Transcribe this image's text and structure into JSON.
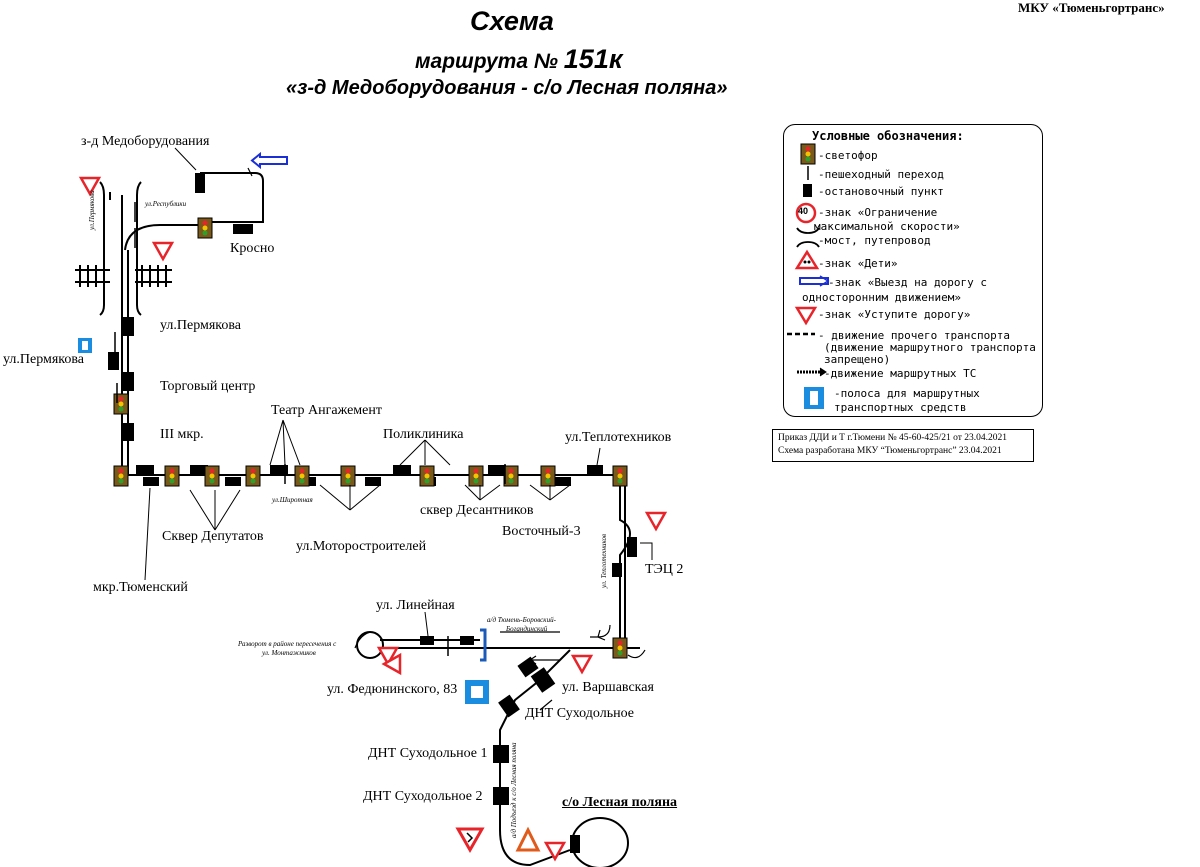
{
  "header": {
    "title": "Схема",
    "subtitle_prefix": "маршрута №",
    "route_number": "151к",
    "route_name": "«з-д Медоборудования - с/о Лесная поляна»",
    "organization": "МКУ «Тюменьгортранс»"
  },
  "stops": {
    "medoborudovaniya": "з-д Медоборудования",
    "krosno": "Кросно",
    "permyakova_1": "ул.Пермякова",
    "permyakova_2": "ул.Пермякова",
    "torgovy": "Торговый центр",
    "iii_mkr": "III мкр.",
    "teatr": "Театр Ангажемент",
    "poliklinika": "Поликлиника",
    "teplotehnikov": "ул.Теплотехников",
    "skver_deputatov": "Сквер Депутатов",
    "motorostroiteley": "ул.Моторостроителей",
    "skver_desantnikov": "сквер Десантников",
    "vostochny": "Восточный-3",
    "tyumensky": "мкр.Тюменский",
    "tec2": "ТЭЦ 2",
    "lineynaya": "ул. Линейная",
    "fedyuninskogo": "ул. Федюнинского, 83",
    "varshavskaya": "ул. Варшавская",
    "dnt_suhodolnoe": "ДНТ Суходольное",
    "dnt_suhodolnoe_1": "ДНТ Суходольное 1",
    "dnt_suhodolnoe_2": "ДНТ Суходольное 2",
    "lesnaya_polyana": "с/о Лесная поляна"
  },
  "streets": {
    "respubliki": "ул.Республики",
    "permyakova_street": "ул.Пермякова",
    "shirotnaya": "ул.Широтная",
    "teplotehnikov_street": "ул. Теплотехников",
    "tyumen_borovsky": "а/д Тюмень-Боровский-",
    "bogandinsky": "Богандинский",
    "razvorot_1": "Разворот в районе пересечения с",
    "razvorot_2": "ул. Монтажников",
    "podezd": "а/д Подъезд к с/о Лесная поляна"
  },
  "legend": {
    "title": "Условные обозначения:",
    "items": [
      "-светофор",
      "-пешеходный переход",
      "-остановочный пункт",
      "-знак «Ограничение",
      "максимальной скорости»",
      "-мост, путепровод",
      "-знак «Дети»",
      "-знак «Выезд на дорогу с",
      "односторонним движением»",
      "-знак «Уступите дорогу»",
      "- движение прочего транспорта",
      "(движение маршрутного транспорта",
      "запрещено)",
      "-движение маршрутных ТС",
      "-полоса для маршрутных",
      "транспортных средств"
    ],
    "speed_value": "40"
  },
  "order": {
    "line1": "Приказ ДДИ и Т г.Тюмени № 45-60-425/21 от 23.04.2021",
    "line2": "Схема разработана МКУ “Тюменьгортранс” 23.04.2021"
  },
  "colors": {
    "sign_red": "#e8242b",
    "arrow_blue": "#1a2fd6",
    "lane_blue": "#1a8de0",
    "sign_orange": "#e05a1a"
  },
  "icons": [
    "traffic-light-icon",
    "bus-stop-icon",
    "yield-sign-icon",
    "one-way-sign-icon",
    "bus-lane-icon",
    "children-sign-icon",
    "speed-limit-icon"
  ]
}
